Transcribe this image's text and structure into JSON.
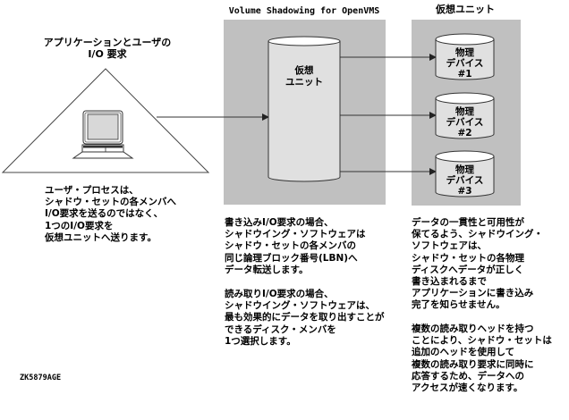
{
  "titles": {
    "app_io": "アプリケーションとユーザの\nI/O 要求",
    "volume_shadowing": "Volume Shadowing for OpenVMS",
    "virtual_unit_header": "仮想ユニット"
  },
  "virtual_unit": {
    "label": "仮想\nユニット"
  },
  "physical_devices": [
    {
      "label": "物理\nデバイス\n#1"
    },
    {
      "label": "物理\nデバイス\n#2"
    },
    {
      "label": "物理\nデバイス\n#3"
    }
  ],
  "descriptions": {
    "user_process": "ユーザ・プロセスは、\nシャドウ・セットの各メンバへ\nI/O要求を送るのではなく、\n1つのI/O要求を\n仮想ユニットへ送ります。",
    "write_io": "書き込みI/O要求の場合、\nシャドウイング・ソフトウェアは\nシャドウ・セットの各メンバの\n同じ論理ブロック番号(LBN)へ\nデータ転送します。",
    "read_io": "読み取りI/O要求の場合、\nシャドウイング・ソフトウェアは、\n最も効果的にデータを取り出すことが\nできるディスク・メンバを\n1つ選択します。",
    "consistency": "データの一貫性と可用性が\n保てるよう、シャドウイング・\nソフトウェアは、\nシャドウ・セットの各物理\nディスクへデータが正しく\n書き込まれるまで\nアプリケーションに書き込み\n完了を知らせません。",
    "multiple_heads": "複数の読み取りヘッドを持つ\nことにより、シャドウ・セットは\n追加のヘッドを使用して\n複数の読み取り要求に同時に\n応答するため、データへの\nアクセスが速くなります。"
  },
  "figure_id": "ZK5879AGE",
  "colors": {
    "panel_gray": "#c0c0c0",
    "cylinder_fill": "#e0e0e0",
    "screen_fill": "#d8d8d8",
    "line": "#333333"
  }
}
